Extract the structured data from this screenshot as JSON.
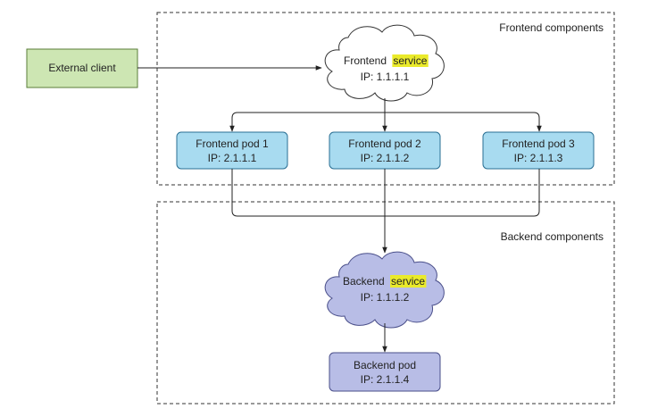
{
  "groups": {
    "frontend_label": "Frontend components",
    "backend_label": "Backend components"
  },
  "external_client": {
    "label": "External client"
  },
  "frontend_service": {
    "name": "Frontend",
    "highlight": "service",
    "ip": "IP: 1.1.1.1"
  },
  "frontend_pods": [
    {
      "name": "Frontend pod 1",
      "ip": "IP: 2.1.1.1"
    },
    {
      "name": "Frontend pod 2",
      "ip": "IP: 2.1.1.2"
    },
    {
      "name": "Frontend pod 3",
      "ip": "IP: 2.1.1.3"
    }
  ],
  "backend_service": {
    "name": "Backend",
    "highlight": "service",
    "ip": "IP: 1.1.1.2"
  },
  "backend_pod": {
    "name": "Backend pod",
    "ip": "IP: 2.1.1.4"
  },
  "colors": {
    "client_fill": "#cde6b3",
    "client_stroke": "#5a7d3a",
    "frontend_pod_fill": "#a8dbf0",
    "frontend_pod_stroke": "#2a6f93",
    "backend_fill": "#b8bde6",
    "backend_stroke": "#4a4f8a",
    "highlight": "#eaea2a"
  }
}
